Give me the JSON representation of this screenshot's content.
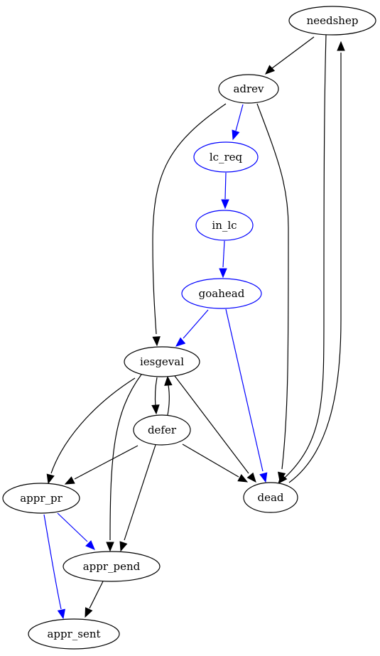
{
  "diagram": {
    "colors": {
      "default": "#000000",
      "highlight": "#0000ff",
      "background": "#ffffff"
    },
    "nodes": [
      {
        "id": "needshep",
        "label": "needshep",
        "highlight": false
      },
      {
        "id": "adrev",
        "label": "adrev",
        "highlight": false
      },
      {
        "id": "lc_req",
        "label": "lc_req",
        "highlight": true
      },
      {
        "id": "in_lc",
        "label": "in_lc",
        "highlight": true
      },
      {
        "id": "goahead",
        "label": "goahead",
        "highlight": true
      },
      {
        "id": "iesgeval",
        "label": "iesgeval",
        "highlight": false
      },
      {
        "id": "defer",
        "label": "defer",
        "highlight": false
      },
      {
        "id": "dead",
        "label": "dead",
        "highlight": false
      },
      {
        "id": "appr_pr",
        "label": "appr_pr",
        "highlight": false
      },
      {
        "id": "appr_pend",
        "label": "appr_pend",
        "highlight": false
      },
      {
        "id": "appr_sent",
        "label": "appr_sent",
        "highlight": false
      }
    ],
    "edges": [
      {
        "from": "needshep",
        "to": "adrev",
        "highlight": false
      },
      {
        "from": "needshep",
        "to": "dead",
        "highlight": false
      },
      {
        "from": "dead",
        "to": "needshep",
        "highlight": false
      },
      {
        "from": "adrev",
        "to": "lc_req",
        "highlight": true
      },
      {
        "from": "adrev",
        "to": "iesgeval",
        "highlight": false
      },
      {
        "from": "adrev",
        "to": "dead",
        "highlight": false
      },
      {
        "from": "lc_req",
        "to": "in_lc",
        "highlight": true
      },
      {
        "from": "in_lc",
        "to": "goahead",
        "highlight": true
      },
      {
        "from": "goahead",
        "to": "iesgeval",
        "highlight": true
      },
      {
        "from": "goahead",
        "to": "dead",
        "highlight": true
      },
      {
        "from": "iesgeval",
        "to": "defer",
        "highlight": false
      },
      {
        "from": "defer",
        "to": "iesgeval",
        "highlight": false
      },
      {
        "from": "iesgeval",
        "to": "appr_pr",
        "highlight": false
      },
      {
        "from": "iesgeval",
        "to": "appr_pend",
        "highlight": false
      },
      {
        "from": "iesgeval",
        "to": "dead",
        "highlight": false
      },
      {
        "from": "defer",
        "to": "appr_pr",
        "highlight": false
      },
      {
        "from": "defer",
        "to": "appr_pend",
        "highlight": false
      },
      {
        "from": "defer",
        "to": "dead",
        "highlight": false
      },
      {
        "from": "appr_pr",
        "to": "appr_pend",
        "highlight": true
      },
      {
        "from": "appr_pr",
        "to": "appr_sent",
        "highlight": true
      },
      {
        "from": "appr_pend",
        "to": "appr_sent",
        "highlight": false
      }
    ]
  }
}
